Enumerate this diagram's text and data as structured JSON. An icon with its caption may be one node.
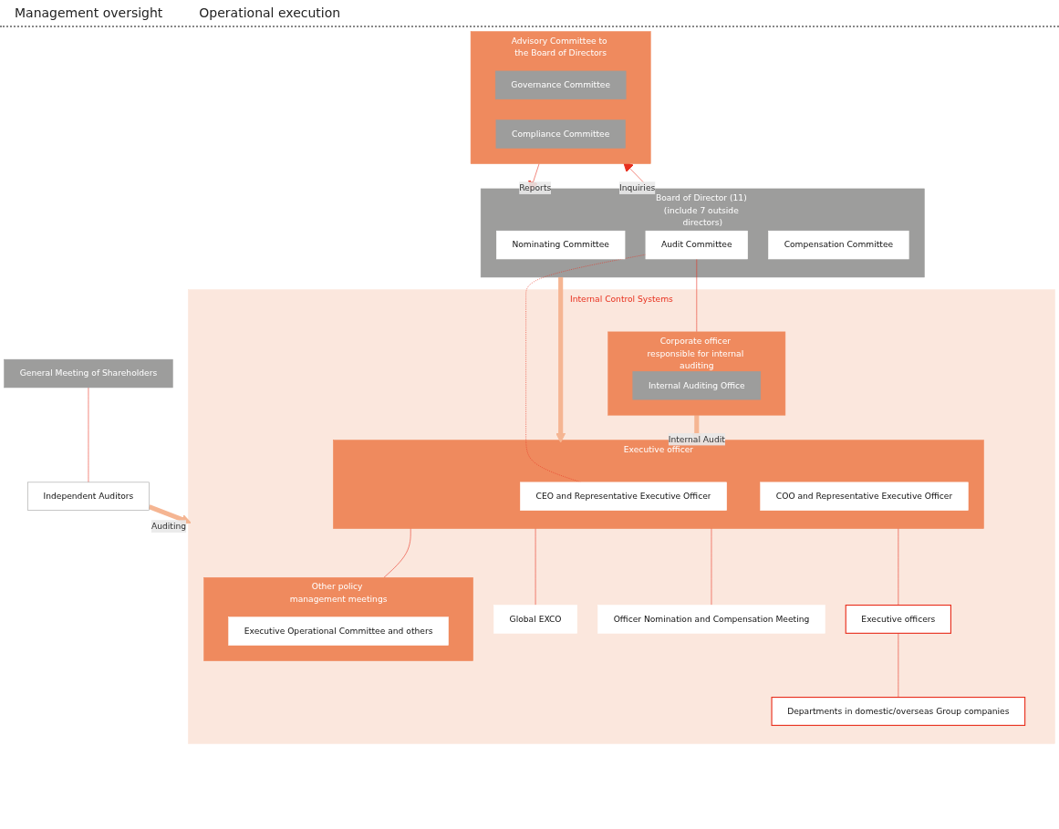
{
  "diagram": {
    "nodes": [
      {
        "text": [
          "General Meeting of Shareholders"
        ]
      },
      {
        "text": [
          "Board of Director (11) (include 7 outside directors)"
        ]
      },
      {
        "text": [
          "Nominating Committee"
        ],
        "in": 1
      },
      {
        "text": [
          "Audit Committee"
        ],
        "in": 1
      },
      {
        "text": [
          "Compensation Committee"
        ],
        "in": 1
      },
      {
        "text": [
          "Advisory Committee to the Board of Directors"
        ]
      },
      {
        "text": [
          "Governance Committee"
        ],
        "in": 5
      },
      {
        "text": [
          "Compliance Committee"
        ],
        "in": 5
      },
      {
        "text": [
          "Independent Auditors"
        ]
      },
      {
        "text": [
          "Internal Control Systems"
        ]
      },
      {
        "text": [
          "Corporate officer responsible for internal auditing"
        ],
        "in": 9
      },
      {
        "text": [
          "Internal Auditing Office"
        ],
        "in": 10
      },
      {
        "text": [
          "Executive officer"
        ],
        "in": 9
      },
      {
        "text": [
          "CEO and Representative Executive Officer"
        ],
        "in": 12
      },
      {
        "text": [
          "COO and Representative Executive Officer"
        ],
        "in": 12
      },
      {
        "text": [
          "Global EXCO"
        ],
        "in": 9
      },
      {
        "text": [
          "Other policy management meetings"
        ],
        "in": 9
      },
      {
        "text": [
          "Executive Operational Committee and others"
        ],
        "in": 16
      },
      {
        "text": [
          "Officer Nomination and Compensation Meeting"
        ],
        "in": 9
      },
      {
        "text": [
          "Executive officers"
        ],
        "in": 9
      },
      {
        "text": [
          "Departments in domestic/overseas Group companies"
        ],
        "in": 9
      }
    ],
    "edges": [
      {
        "from": 0,
        "to": 8,
        "arrow": "none",
        "color": "#e8301e"
      },
      {
        "from": 1,
        "to": 5,
        "arrow": "to",
        "label": "Inquiries",
        "color": "#e8301e"
      },
      {
        "from": 5,
        "to": 1,
        "arrow": "to",
        "label": "Reports",
        "color": "#e8301e"
      },
      {
        "from": 3,
        "to": 10,
        "arrow": "none",
        "color": "#e8301e"
      },
      {
        "from": 3,
        "to": 13,
        "arrow": "none",
        "style": "dashed",
        "color": "#e8301e"
      },
      {
        "from": 1,
        "to": 12,
        "arrow": "to",
        "style": "thick",
        "color": "#f5b592"
      },
      {
        "from": 8,
        "to": 9,
        "arrow": "to",
        "label": "Auditing",
        "style": "thick",
        "color": "#f5b592"
      },
      {
        "from": 10,
        "to": 12,
        "arrow": "to",
        "label": "Internal Audit",
        "style": "thick",
        "color": "#f5b592"
      },
      {
        "from": 12,
        "to": 15,
        "arrow": "none",
        "color": "#e8301e"
      },
      {
        "from": 12,
        "to": 16,
        "arrow": "none",
        "color": "#e8301e"
      },
      {
        "from": 12,
        "to": 18,
        "arrow": "none",
        "color": "#e8301e"
      },
      {
        "from": 12,
        "to": 19,
        "arrow": "none",
        "color": "#e8301e"
      },
      {
        "from": 19,
        "to": 20,
        "arrow": "none",
        "color": "#e8301e"
      }
    ],
    "labels": [
      "Management oversight",
      "Operational execution"
    ]
  }
}
